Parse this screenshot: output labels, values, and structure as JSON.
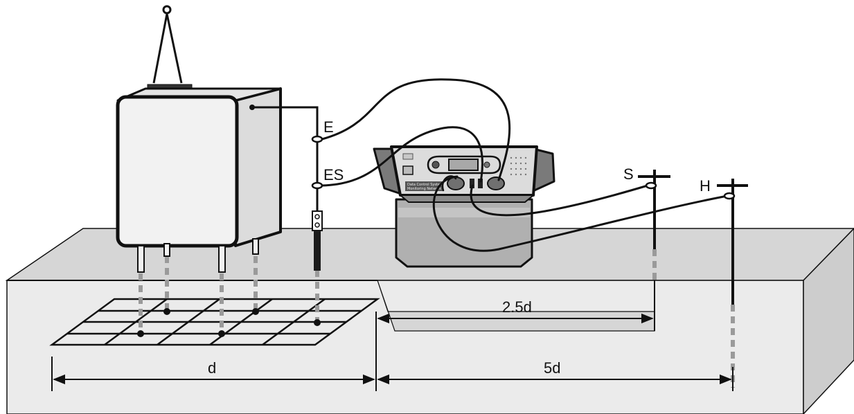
{
  "labels": {
    "electrode_e": "E",
    "electrode_es": "ES",
    "probe_s": "S",
    "probe_h": "H",
    "dim_grid": "d",
    "dim_probe_s": "2.5d",
    "dim_probe_h": "5d"
  },
  "instrument": {
    "panel_line_1": "Data Control Systems",
    "panel_line_2": "Monitoring Network"
  },
  "colors": {
    "ground_top": "#d4d4d4",
    "ground_front": "#e8e8e8",
    "ground_side": "#c8c8c8",
    "cabinet": "#f0f0f0",
    "instrument_body": "#b5b5b5",
    "instrument_panel": "#dcdcdc",
    "line": "#111111",
    "buried": "#9a9a9a"
  }
}
